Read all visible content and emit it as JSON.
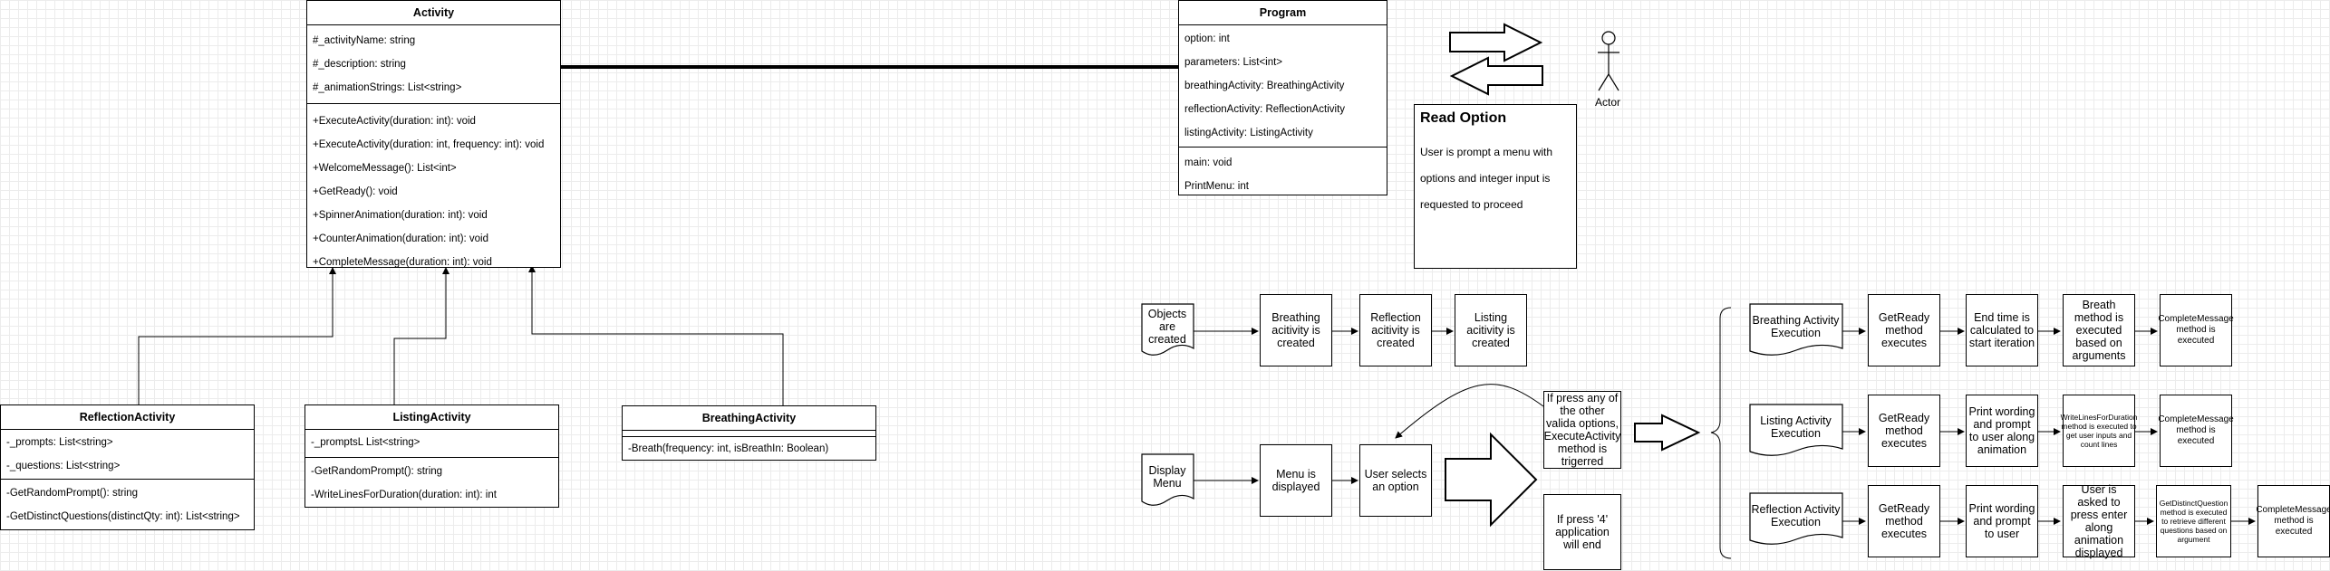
{
  "classes": {
    "activity": {
      "name": "Activity",
      "attributes": [
        "#_activityName: string",
        "#_description: string",
        "#_animationStrings: List<string>"
      ],
      "methods": [
        "+ExecuteActivity(duration: int): void",
        "+ExecuteActivity(duration: int, frequency: int): void",
        "+WelcomeMessage(): List<int>",
        "+GetReady(): void",
        "+SpinnerAnimation(duration: int): void",
        "+CounterAnimation(duration: int): void",
        "+CompleteMessage(duration: int): void"
      ]
    },
    "program": {
      "name": "Program",
      "attributes": [
        "option: int",
        "parameters: List<int>",
        "breathingActivity: BreathingActivity",
        "reflectionActivity: ReflectionActivity",
        "listingActivity: ListingActivity"
      ],
      "methods": [
        "main: void",
        "PrintMenu: int"
      ]
    },
    "reflection": {
      "name": "ReflectionActivity",
      "attributes": [
        "-_prompts: List<string>",
        "-_questions: List<string>"
      ],
      "methods": [
        "-GetRandomPrompt(): string",
        "-GetDistinctQuestions(distinctQty: int): List<string>"
      ]
    },
    "listing": {
      "name": "ListingActivity",
      "attributes": [
        "-_promptsL List<string>"
      ],
      "methods": [
        "-GetRandomPrompt(): string",
        "-WriteLinesForDuration(duration: int): int"
      ]
    },
    "breathing": {
      "name": "BreathingActivity",
      "attributes": [],
      "methods": [
        "-Breath(frequency: int, isBreathIn: Boolean)"
      ]
    }
  },
  "actor": {
    "label": "Actor"
  },
  "read_option": {
    "title": "Read Option",
    "lines": [
      "User is prompt a menu with",
      "options and integer input is",
      "requested to proceed"
    ]
  },
  "flow": {
    "objects_created": "Objects are created",
    "breathing_created": "Breathing acitivity is created",
    "reflection_created": "Reflection acitivity is created",
    "listing_created": "Listing acitivity is created",
    "display_menu": "Display Menu",
    "menu_displayed": "Menu is displayed",
    "user_selects": "User selects an option",
    "other_options": "If press any of the other valida options, ExecuteActivity method is trigerred",
    "press_4": "If press '4' application will end"
  },
  "breathing_exec": {
    "label": "Breathing Activity Execution",
    "steps": [
      "GetReady method executes",
      "End time is calculated to start iteration",
      "Breath method is executed based on arguments",
      "CompleteMessage method is executed"
    ]
  },
  "listing_exec": {
    "label": "Listing Activity Execution",
    "steps": [
      "GetReady method executes",
      "Print wording and prompt to user along animation",
      "WriteLinesForDuration method is executed to get user inputs and count lines",
      "CompleteMessage method is executed"
    ]
  },
  "reflection_exec": {
    "label": "Reflection Activity Execution",
    "steps": [
      "GetReady method executes",
      "Print wording and prompt to user",
      "User is asked to press enter along animation displayed",
      "GetDistinctQuestion method is executed to retrieve different questions based on argument",
      "CompleteMessage method is executed"
    ]
  }
}
